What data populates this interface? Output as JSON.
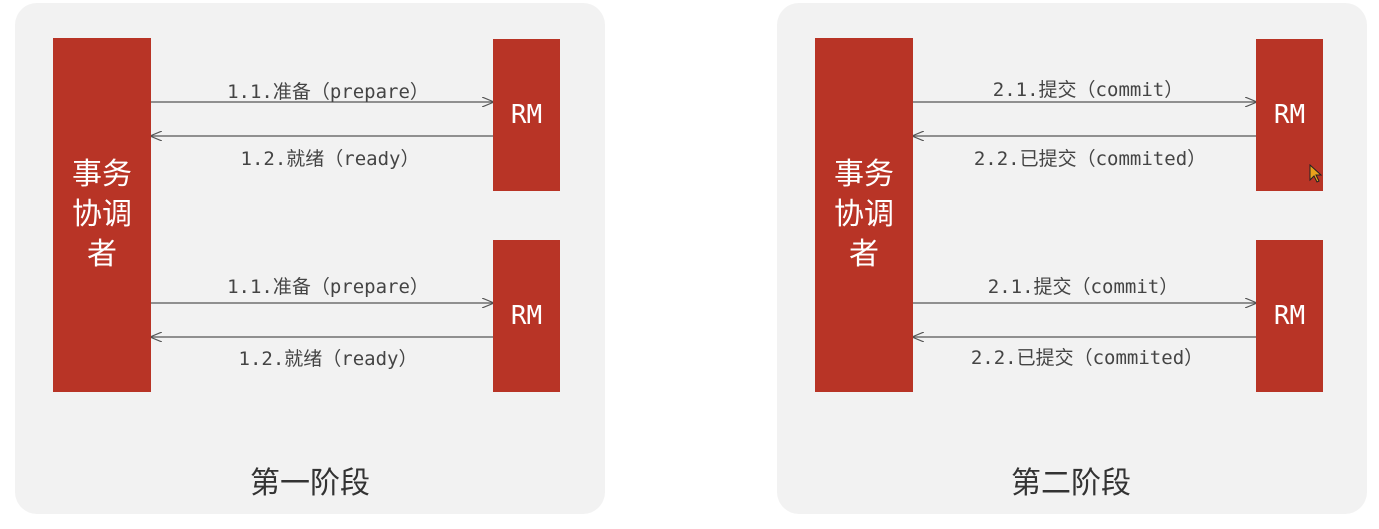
{
  "colors": {
    "box_fill": "#b83426",
    "panel_bg": "#f2f2f2",
    "arrow": "#555555",
    "label_text": "#444444"
  },
  "phases": [
    {
      "title": "第一阶段",
      "coordinator": "事务协调者",
      "rm_top": "RM",
      "rm_bottom": "RM",
      "top_request": "1.1.准备（prepare）",
      "top_response": "1.2.就绪（ready）",
      "bottom_request": "1.1.准备（prepare）",
      "bottom_response": "1.2.就绪（ready）"
    },
    {
      "title": "第二阶段",
      "coordinator": "事务协调者",
      "rm_top": "RM",
      "rm_bottom": "RM",
      "top_request": "2.1.提交（commit）",
      "top_response": "2.2.已提交（commited）",
      "bottom_request": "2.1.提交（commit）",
      "bottom_response": "2.2.已提交（commited）"
    }
  ]
}
